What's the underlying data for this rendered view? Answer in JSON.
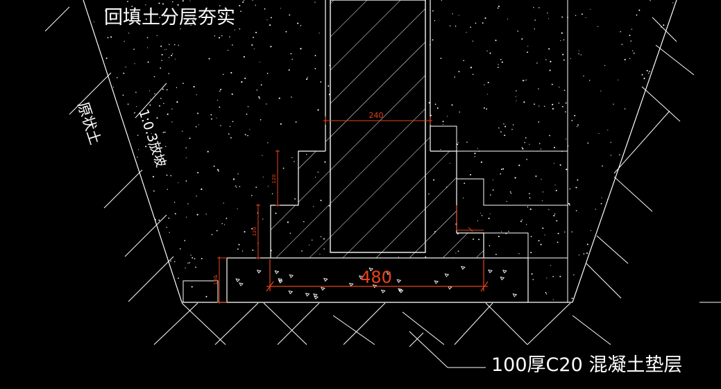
{
  "drawing": {
    "labels": {
      "backfill": "回填土分层夯实",
      "slope_ratio": "1:0.3放坡",
      "native_soil": "原状土",
      "cushion_callout": "100厚C20 混凝土垫层"
    },
    "dimensions": {
      "wall_width": "240",
      "footing_width": "480",
      "step_height_upper": "120",
      "step_height_lower": "120",
      "cushion_thickness": "100"
    },
    "colors": {
      "background": "#000000",
      "lines": "#ffffff",
      "dimension": "#e8431b"
    }
  }
}
